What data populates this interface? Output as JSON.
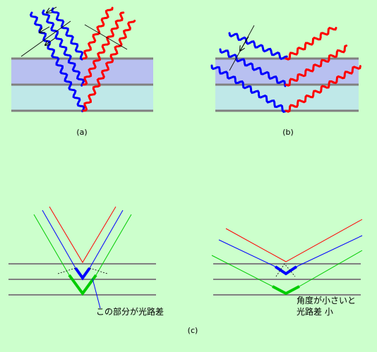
{
  "figure": {
    "panels": [
      {
        "label": "(a)"
      },
      {
        "label": "(b)"
      },
      {
        "label": "(c)"
      }
    ],
    "annotations": {
      "left": "この部分が光路差",
      "right_line1": "角度が小さいと",
      "right_line2": "光路差 小"
    }
  },
  "colors": {
    "background": "#ccffcc",
    "film_layer_top": "#b8c0f0",
    "film_layer_bottom": "#bfe8e8",
    "interface_line": "#808080",
    "wave_blue": "#0000ff",
    "wave_red": "#ff0000",
    "wave_green": "#00cc00"
  }
}
